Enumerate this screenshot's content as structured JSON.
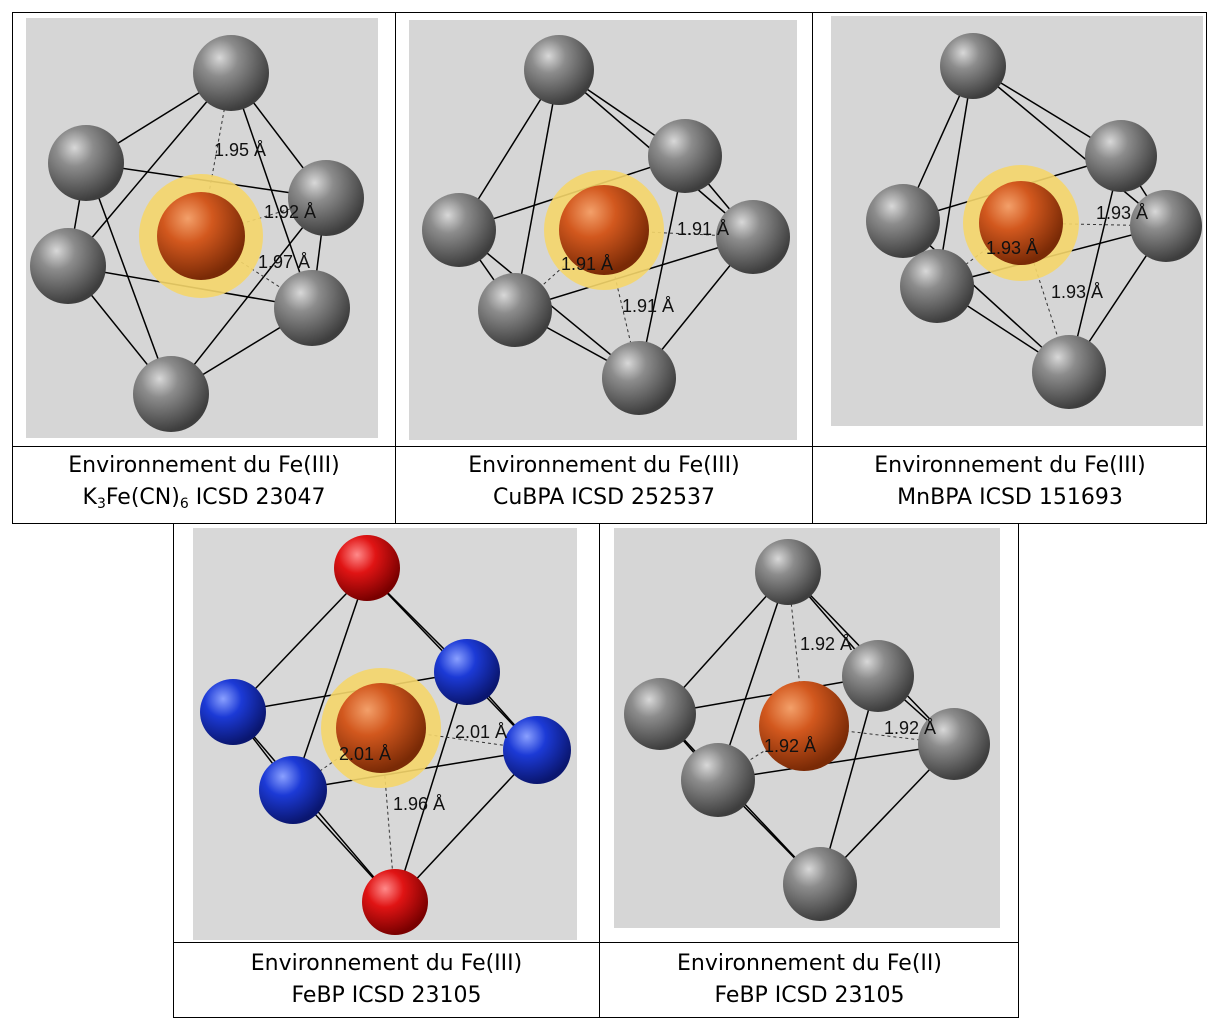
{
  "colors": {
    "background": "#d6d6d6",
    "ligand_carbon": "#7a7a7a",
    "iron_center": "#d2581e",
    "highlight_ring": "#f5d66a",
    "oxygen": "#e01414",
    "nitrogen": "#1c3ad6",
    "edges": "#000000"
  },
  "panels": [
    {
      "caption_line1": "Environnement du Fe(III)",
      "caption_line2_parts": [
        "K",
        "3",
        "Fe(CN)",
        "6",
        " ICSD 23047"
      ],
      "distances": [
        "1.95 Å",
        "1.92 Å",
        "1.97 Å"
      ],
      "highlight": true
    },
    {
      "caption_line1": "Environnement du Fe(III)",
      "caption_line2": "CuBPA ICSD 252537",
      "distances": [
        "1.91 Å",
        "1.91 Å",
        "1.91 Å"
      ],
      "highlight": true
    },
    {
      "caption_line1": "Environnement du Fe(III)",
      "caption_line2": "MnBPA ICSD 151693",
      "distances": [
        "1.93 Å",
        "1.93 Å",
        "1.93 Å"
      ],
      "highlight": true
    },
    {
      "caption_line1": "Environnement du Fe(III)",
      "caption_line2": "FeBP ICSD 23105",
      "distances": [
        "2.01 Å",
        "2.01 Å",
        "1.96 Å"
      ],
      "highlight": true
    },
    {
      "caption_line1": "Environnement du Fe(II)",
      "caption_line2": "FeBP ICSD 23105",
      "distances": [
        "1.92 Å",
        "1.92 Å",
        "1.92 Å"
      ],
      "highlight": false
    }
  ]
}
